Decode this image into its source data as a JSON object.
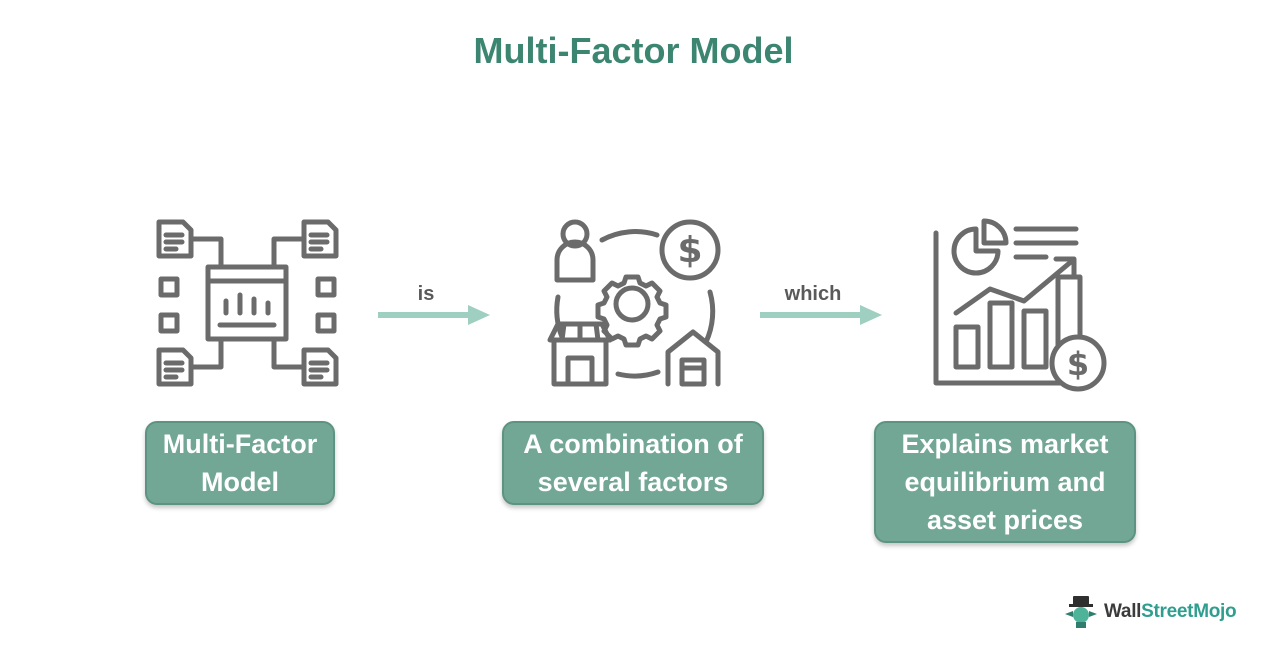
{
  "title": "Multi-Factor Model",
  "nodes": [
    {
      "id": "model",
      "label": "Multi-Factor\nModel",
      "icon": "dashboard-network-icon"
    },
    {
      "id": "factors",
      "label": "A combination of\nseveral factors",
      "icon": "factors-cycle-icon"
    },
    {
      "id": "result",
      "label": "Explains market\nequilibrium and\nasset prices",
      "icon": "growth-chart-icon"
    }
  ],
  "connectors": [
    {
      "from": "model",
      "to": "factors",
      "label": "is"
    },
    {
      "from": "factors",
      "to": "result",
      "label": "which"
    }
  ],
  "colors": {
    "title": "#3c8571",
    "box_fill": "#72a695",
    "arrow": "#9fcfc0",
    "icon_stroke": "#6b6b6b"
  },
  "logo": {
    "word1": "Wall",
    "word2": "StreetMojo",
    "icon": "mojo-mascot-icon"
  }
}
